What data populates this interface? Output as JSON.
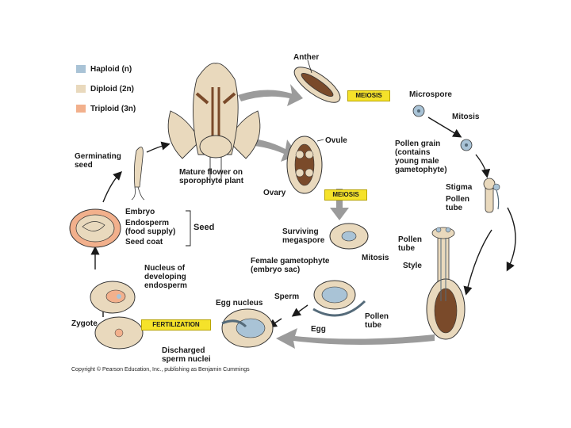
{
  "legend": {
    "haploid": "Haploid (n)",
    "diploid": "Diploid (2n)",
    "triploid": "Triploid (3n)",
    "colors": {
      "haploid": "#a9c3d6",
      "diploid": "#e9d9bd",
      "triploid": "#f2b08c"
    }
  },
  "process_labels": {
    "meiosis_top": "MEIOSIS",
    "meiosis_middle": "MEIOSIS",
    "fertilization": "FERTILIZATION",
    "mitosis_top": "Mitosis",
    "mitosis_middle": "Mitosis"
  },
  "labels": {
    "anther": "Anther",
    "microspore": "Microspore",
    "pollen_grain": "Pollen grain",
    "pollen_grain_note_1": "(contains",
    "pollen_grain_note_2": "young male",
    "pollen_grain_note_3": "gametophyte)",
    "stigma": "Stigma",
    "pollen_tube_1": "Pollen",
    "pollen_tube_1b": "tube",
    "pollen_tube_2": "Pollen",
    "pollen_tube_2b": "tube",
    "style": "Style",
    "ovule": "Ovule",
    "ovary": "Ovary",
    "mature_flower_1": "Mature flower on",
    "mature_flower_2": "sporophyte plant",
    "germinating_seed_1": "Germinating",
    "germinating_seed_2": "seed",
    "embryo": "Embryo",
    "endosperm_1": "Endosperm",
    "endosperm_2": "(food supply)",
    "seed_coat": "Seed coat",
    "seed": "Seed",
    "surviving_megaspore_1": "Surviving",
    "surviving_megaspore_2": "megaspore",
    "female_gametophyte_1": "Female gametophyte",
    "female_gametophyte_2": "(embryo sac)",
    "nucleus_endosperm_1": "Nucleus of",
    "nucleus_endosperm_2": "developing",
    "nucleus_endosperm_3": "endosperm",
    "egg_nucleus": "Egg nucleus",
    "sperm": "Sperm",
    "egg": "Egg",
    "pollen_tube_3": "Pollen",
    "pollen_tube_3b": "tube",
    "zygote": "Zygote",
    "discharged_1": "Discharged",
    "discharged_2": "sperm nuclei"
  },
  "copyright": "Copyright © Pearson Education, Inc., publishing as Benjamin Cummings"
}
